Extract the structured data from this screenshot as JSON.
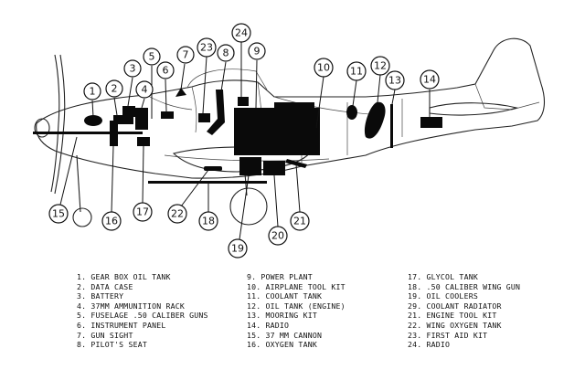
{
  "callout_numbers": [
    "1",
    "2",
    "3",
    "4",
    "5",
    "6",
    "7",
    "8",
    "9",
    "10",
    "11",
    "12",
    "13",
    "14",
    "15",
    "16",
    "17",
    "18",
    "19",
    "20",
    "21",
    "22",
    "23",
    "24"
  ],
  "legend": [
    {
      "num": "1.",
      "label": "GEAR BOX OIL TANK"
    },
    {
      "num": "2.",
      "label": "DATA CASE"
    },
    {
      "num": "3.",
      "label": "BATTERY"
    },
    {
      "num": "4.",
      "label": "37MM AMMUNITION RACK"
    },
    {
      "num": "5.",
      "label": "FUSELAGE .50 CALIBER GUNS"
    },
    {
      "num": "6.",
      "label": "INSTRUMENT PANEL"
    },
    {
      "num": "7.",
      "label": "GUN SIGHT"
    },
    {
      "num": "8.",
      "label": "PILOT'S SEAT"
    },
    {
      "num": "9.",
      "label": "POWER PLANT"
    },
    {
      "num": "10.",
      "label": "AIRPLANE TOOL KIT"
    },
    {
      "num": "11.",
      "label": "COOLANT TANK"
    },
    {
      "num": "12.",
      "label": "OIL TANK (ENGINE)"
    },
    {
      "num": "13.",
      "label": "MOORING KIT"
    },
    {
      "num": "14.",
      "label": "RADIO"
    },
    {
      "num": "15.",
      "label": "37 MM CANNON"
    },
    {
      "num": "16.",
      "label": "OXYGEN TANK"
    },
    {
      "num": "17.",
      "label": "GLYCOL TANK"
    },
    {
      "num": "18.",
      "label": ".50 CALIBER WING GUN"
    },
    {
      "num": "19.",
      "label": "OIL COOLERS"
    },
    {
      "num": "29.",
      "label": "COOLANT RADIATOR"
    },
    {
      "num": "21.",
      "label": "ENGINE TOOL KIT"
    },
    {
      "num": "22.",
      "label": "WING OXYGEN TANK"
    },
    {
      "num": "23.",
      "label": "FIRST AID KIT"
    },
    {
      "num": "24.",
      "label": "RADIO"
    }
  ]
}
